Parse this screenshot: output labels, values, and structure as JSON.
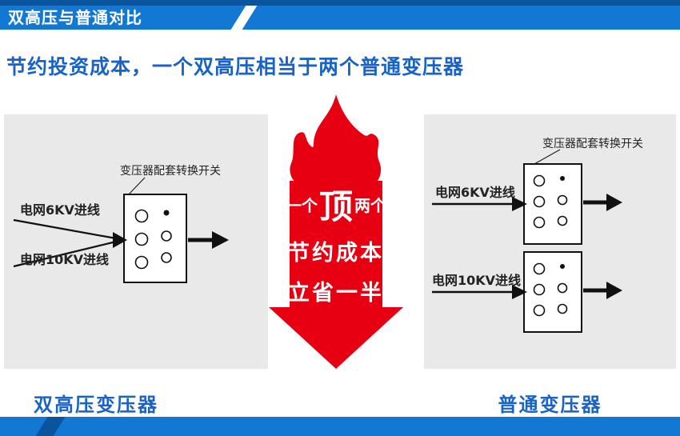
{
  "header": {
    "title": "双高压与普通对比"
  },
  "subtitle": "节约投资成本，一个双高压相当于两个普通变压器",
  "left_panel": {
    "switch_label": "变压器配套转换开关",
    "input_6kv_label": "电网6KV进线",
    "input_10kv_label": "电网10KV进线",
    "caption": "双高压变压器"
  },
  "right_panel": {
    "switch_label": "变压器配套转换开关",
    "input_6kv_label": "电网6KV进线",
    "input_10kv_label": "电网10KV进线",
    "caption": "普通变压器"
  },
  "center_graphic": {
    "line1_prefix": "一个",
    "line1_emphasis": "顶",
    "line1_suffix": "两个",
    "line2": "节约成本",
    "line3": "立省一半"
  },
  "colors": {
    "brand_blue": "#1377d4",
    "dark_blue": "#0a549e",
    "accent_red": "#e60012",
    "heading_blue": "#1a63c6",
    "panel_gray": "#e9e9e9"
  }
}
